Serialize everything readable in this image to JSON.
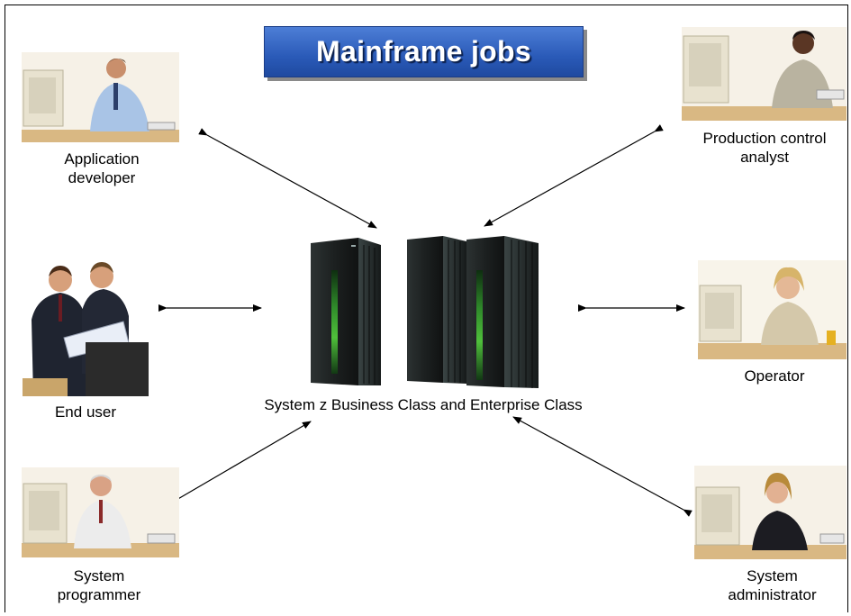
{
  "title": "Mainframe jobs",
  "center": {
    "label": "System z Business Class and Enterprise Class"
  },
  "roles": {
    "app_dev": {
      "line1": "Application",
      "line2": "developer"
    },
    "prod_ctrl": {
      "line1": "Production control",
      "line2": "analyst"
    },
    "end_user": {
      "line1": "End user"
    },
    "operator": {
      "line1": "Operator"
    },
    "sys_prog": {
      "line1": "System",
      "line2": "programmer"
    },
    "sys_admin": {
      "line1": "System",
      "line2": "administrator"
    }
  },
  "colors": {
    "title_bg": "#2a5ab8",
    "title_text": "#ffffff",
    "arrow": "#000000"
  },
  "icons": [
    "monitor-icon",
    "person-icon",
    "mainframe-server-icon"
  ]
}
